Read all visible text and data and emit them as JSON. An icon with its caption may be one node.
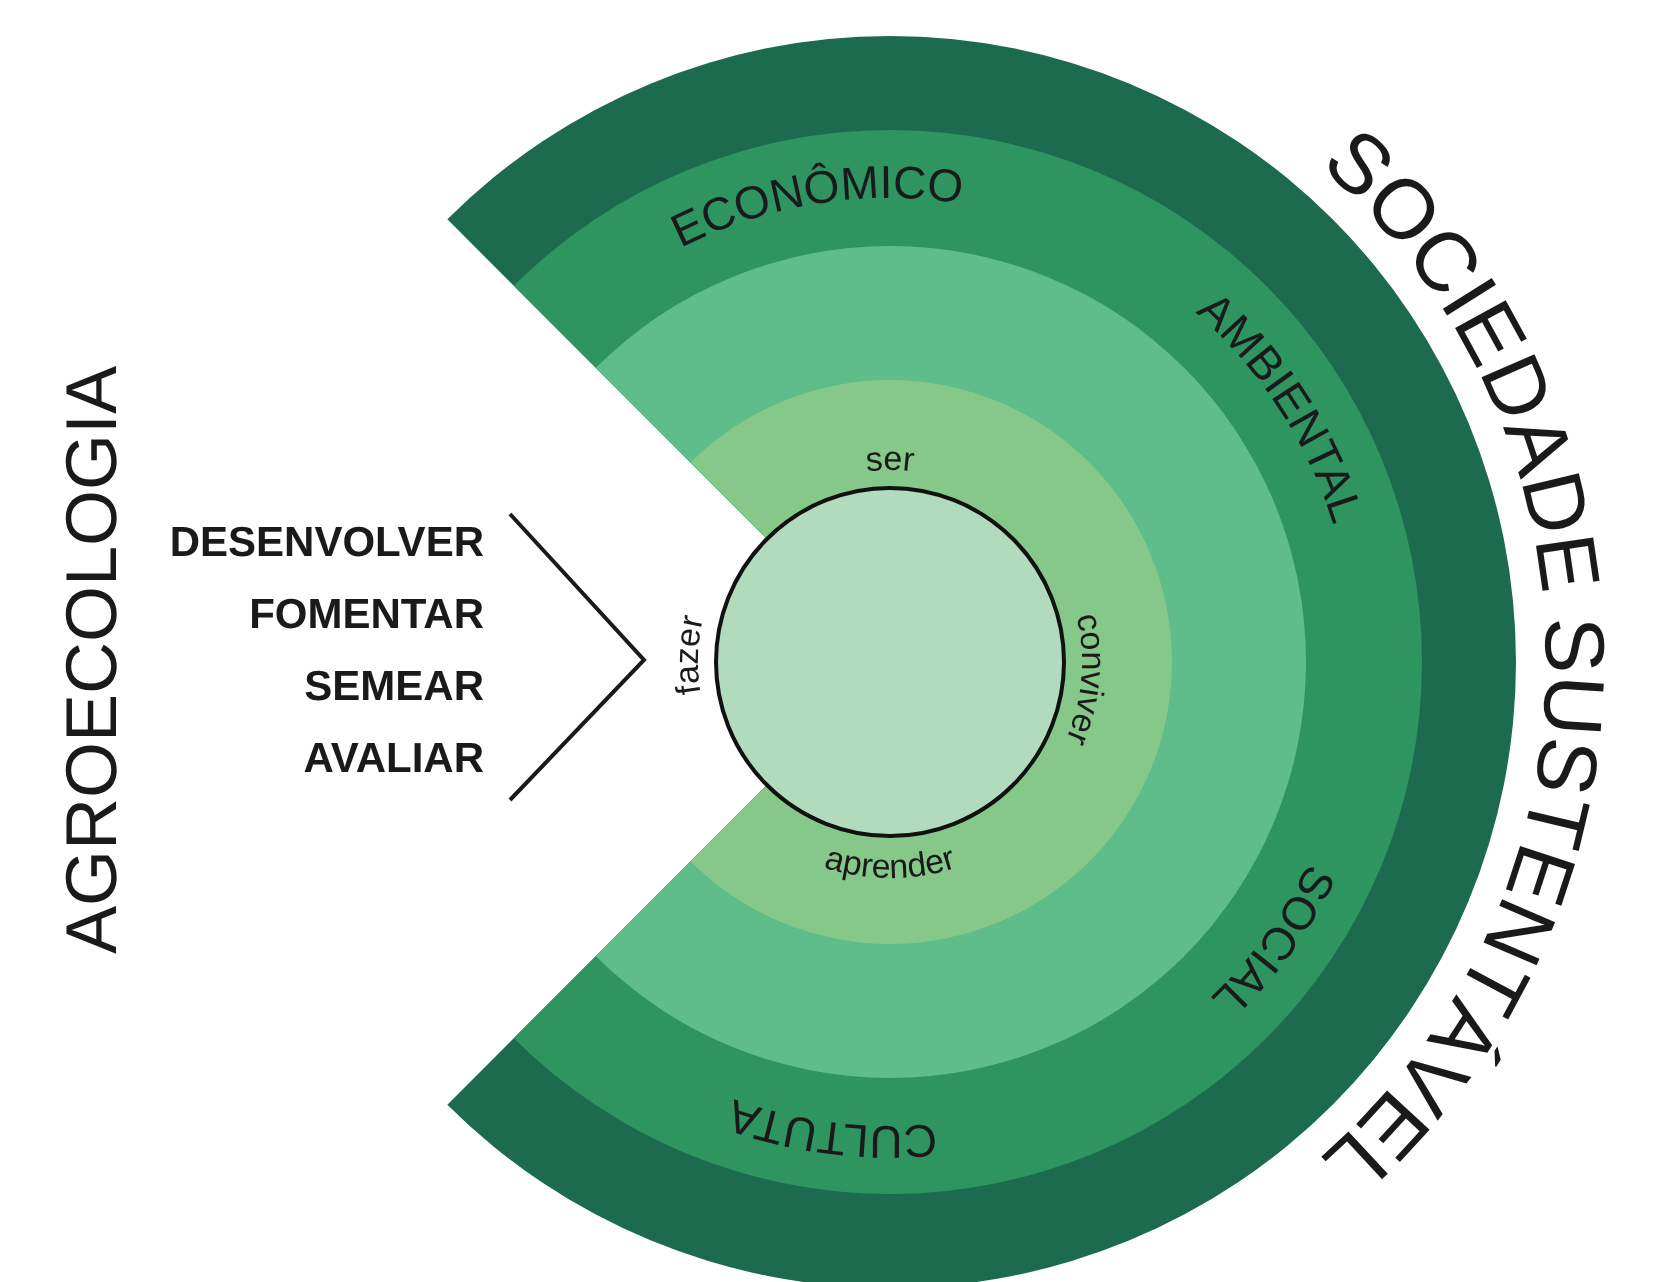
{
  "diagram": {
    "nodes": [
      {
        "text": [
          "SOCIEDADE SUSTENTÁVEL"
        ]
      },
      {
        "text": [
          "ECONÔMICO",
          "AMBIENTAL",
          "SOCIAL",
          "CULTUTA"
        ],
        "in": 0
      },
      {
        "text": [],
        "shape": "ring",
        "in": 1
      },
      {
        "text": [
          "ser",
          "conviver",
          "aprender",
          "fazer"
        ],
        "in": 2
      },
      {
        "text": [],
        "shape": "circle",
        "in": 3
      }
    ],
    "labels": [
      "AGROECOLOGIA",
      "DESENVOLVER",
      "FOMENTAR",
      "SEMEAR",
      "AVALIAR"
    ]
  }
}
